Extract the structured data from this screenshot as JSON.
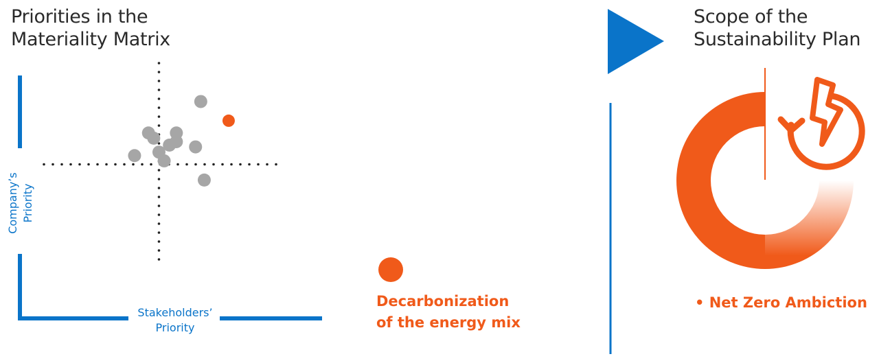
{
  "left_title": [
    "Priorities in the",
    "Materiality Matrix"
  ],
  "right_title": [
    "Scope of the",
    "Sustainability Plan"
  ],
  "axes": {
    "x_label": [
      "Stakeholders’",
      "Priority"
    ],
    "y_label": [
      "Company’s",
      "Priority"
    ]
  },
  "legend": {
    "label": [
      "Decarbonization",
      "of the energy mix"
    ]
  },
  "scope_bullet": "• Net Zero Ambiction",
  "colors": {
    "blue": "#0a74c9",
    "orange": "#f05a1a",
    "gray": "#a6a6a6",
    "dots": "#222222"
  },
  "icons": [
    "play-triangle-icon",
    "energy-cycle-icon"
  ],
  "chart_data": {
    "type": "scatter",
    "series": [
      {
        "name": "",
        "points": [
          [
            1.2,
            1.8
          ],
          [
            -0.3,
            0.9
          ],
          [
            -0.15,
            0.75
          ],
          [
            0.5,
            0.9
          ],
          [
            0.5,
            0.65
          ],
          [
            0.3,
            0.55
          ],
          [
            1.05,
            0.5
          ],
          [
            0,
            0.35
          ],
          [
            -0.7,
            0.25
          ],
          [
            0.15,
            0.1
          ],
          [
            1.3,
            -0.45
          ]
        ]
      },
      {
        "name": "Decarbonization of the energy mix",
        "points": [
          [
            2.0,
            1.25
          ]
        ]
      }
    ],
    "xlim": [
      -3.3,
      3.4
    ],
    "ylim": [
      -2.9,
      2.9
    ],
    "xlabel": "Stakeholders’ Priority",
    "ylabel": "Company’s Priority"
  }
}
